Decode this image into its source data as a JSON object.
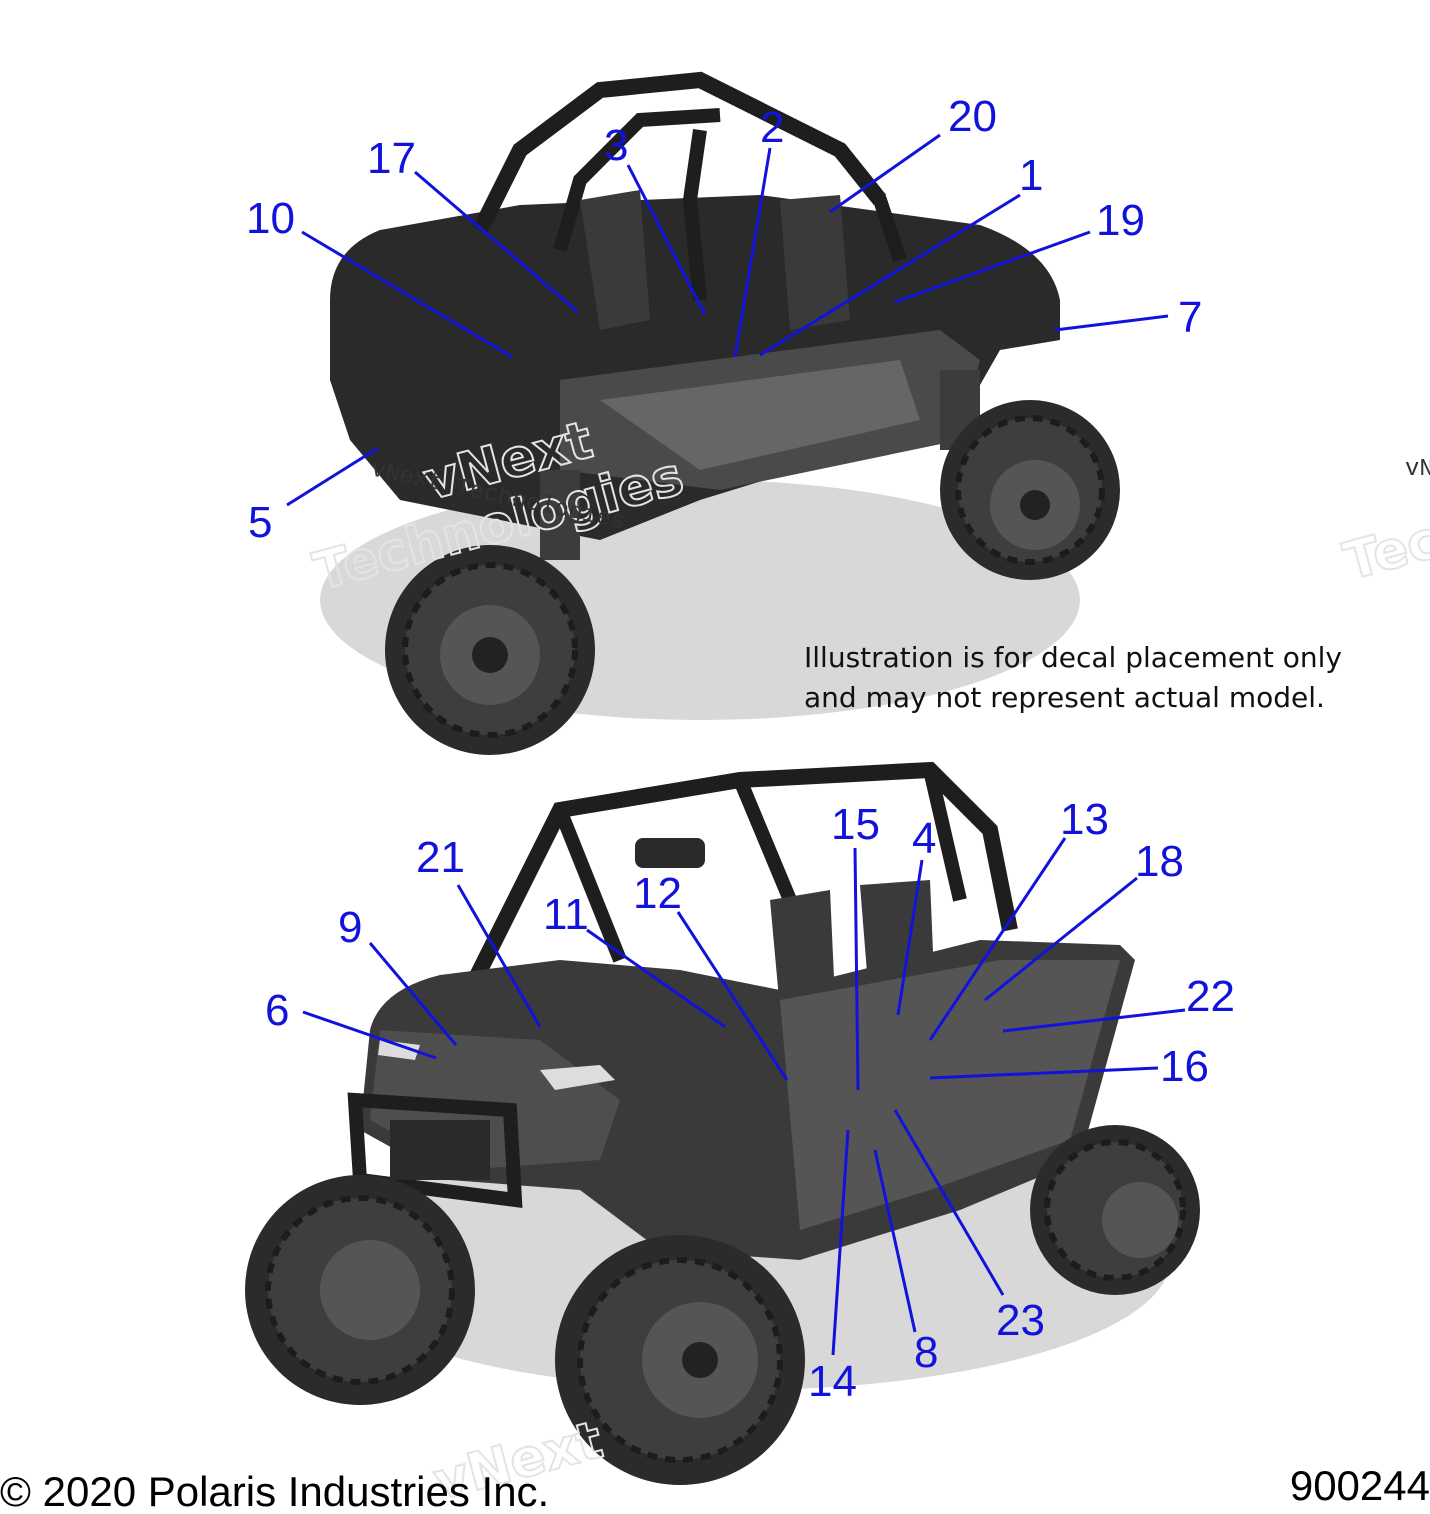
{
  "note": {
    "line1": "Illustration is for decal placement only",
    "line2": "and may not represent actual model."
  },
  "footer": {
    "copyright": "© 2020 Polaris Industries Inc.",
    "figure_number": "900244"
  },
  "watermark": {
    "big_line1": "vNext",
    "big_line2": "Technologies",
    "small": "vNext Technologies"
  },
  "callouts": {
    "c1": "1",
    "c2": "2",
    "c3": "3",
    "c4": "4",
    "c5": "5",
    "c6": "6",
    "c7": "7",
    "c8": "8",
    "c9": "9",
    "c10": "10",
    "c11": "11",
    "c12": "12",
    "c13": "13",
    "c14": "14",
    "c15": "15",
    "c16": "16",
    "c17": "17",
    "c18": "18",
    "c19": "19",
    "c20": "20",
    "c21": "21",
    "c22": "22",
    "c23": "23"
  },
  "colors": {
    "callout": "#1212dd",
    "vehicle_dark": "#2a2a2a",
    "vehicle_mid": "#555555",
    "shadow": "#d8d8d8"
  }
}
